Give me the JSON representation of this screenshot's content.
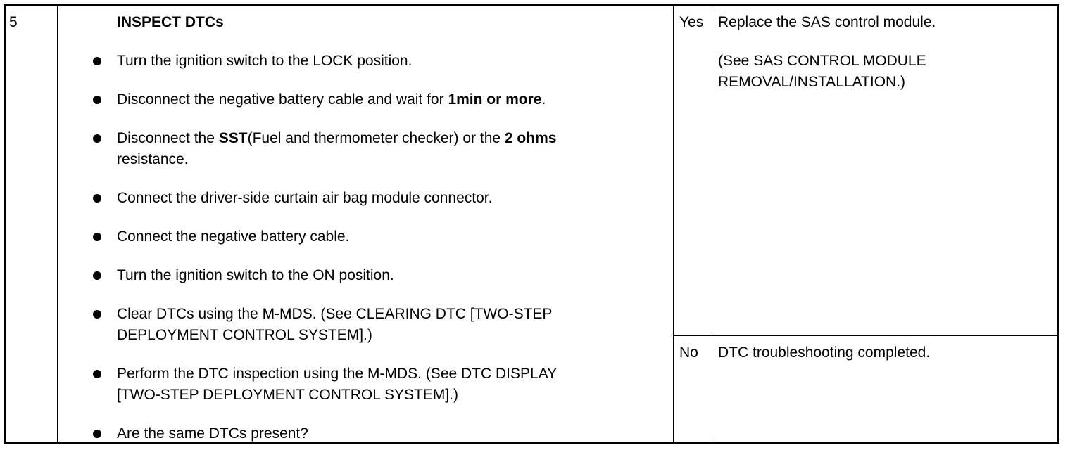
{
  "step": {
    "number": "5",
    "title": "INSPECT DTCs"
  },
  "bullets": [
    {
      "parts": [
        {
          "text": "Turn the ignition switch to the LOCK position.",
          "bold": false
        }
      ]
    },
    {
      "parts": [
        {
          "text": "Disconnect the negative battery cable and wait for ",
          "bold": false
        },
        {
          "text": "1min or more",
          "bold": true
        },
        {
          "text": ".",
          "bold": false
        }
      ]
    },
    {
      "parts": [
        {
          "text": "Disconnect the ",
          "bold": false
        },
        {
          "text": "SST",
          "bold": true
        },
        {
          "text": "(Fuel and thermometer checker) or the ",
          "bold": false
        },
        {
          "text": "2 ohms",
          "bold": true
        }
      ],
      "line2": "resistance."
    },
    {
      "parts": [
        {
          "text": "Connect the driver-side curtain air bag module connector.",
          "bold": false
        }
      ]
    },
    {
      "parts": [
        {
          "text": "Connect the negative battery cable.",
          "bold": false
        }
      ]
    },
    {
      "parts": [
        {
          "text": "Turn the ignition switch to the ON position.",
          "bold": false
        }
      ]
    },
    {
      "parts": [
        {
          "text": "Clear DTCs using the M-MDS. (See CLEARING DTC [TWO-STEP",
          "bold": false
        }
      ],
      "line2": "DEPLOYMENT CONTROL SYSTEM].)"
    },
    {
      "parts": [
        {
          "text": "Perform the DTC inspection using the M-MDS. (See DTC DISPLAY",
          "bold": false
        }
      ],
      "line2": "[TWO-STEP DEPLOYMENT CONTROL SYSTEM].)"
    },
    {
      "parts": [
        {
          "text": "Are the same DTCs present?",
          "bold": false
        }
      ]
    }
  ],
  "yes": {
    "label": "Yes",
    "line1": "Replace the SAS control module.",
    "line2": "(See SAS CONTROL MODULE",
    "line3": "REMOVAL/INSTALLATION.)"
  },
  "no": {
    "label": "No",
    "text": "DTC troubleshooting completed."
  }
}
